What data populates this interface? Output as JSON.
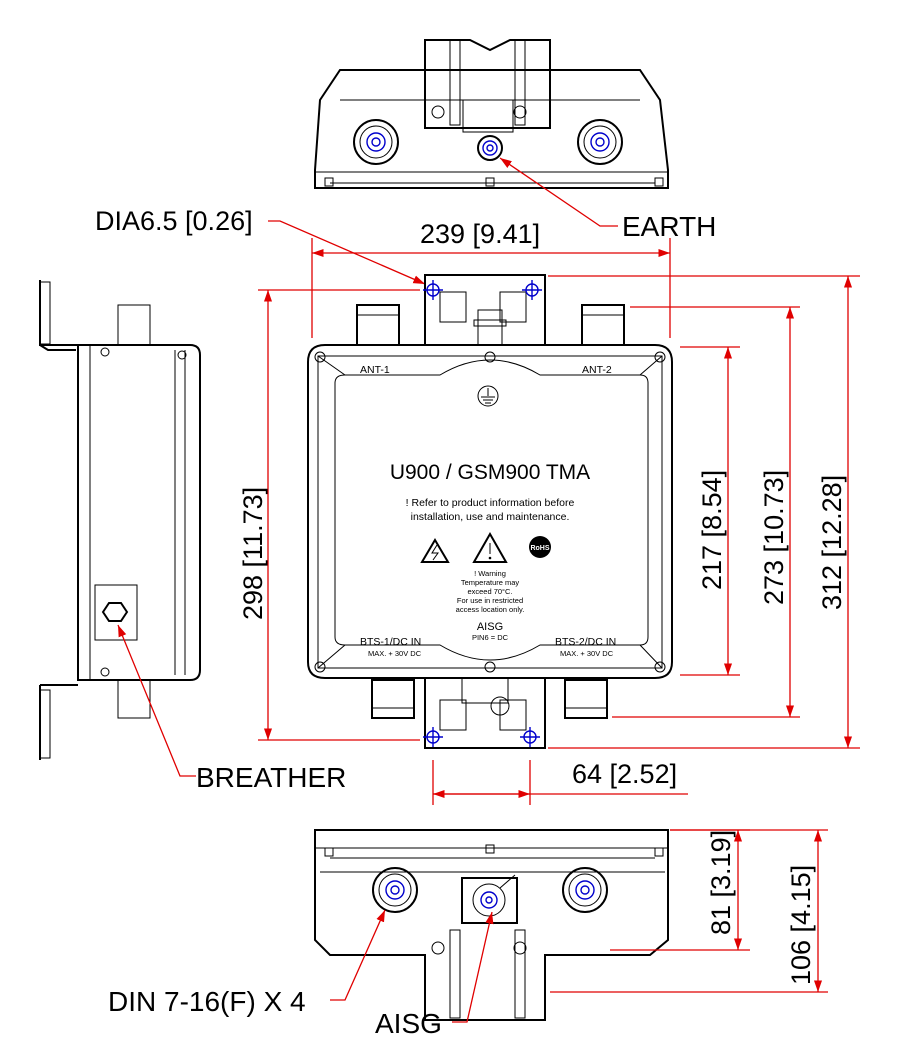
{
  "dimensions": {
    "width_overall": "239 [9.41]",
    "height_bracket_holes": "298 [11.73]",
    "height_body": "217 [8.54]",
    "height_with_connectors": "273 [10.73]",
    "height_overall": "312 [12.28]",
    "hole_spacing": "64 [2.52]",
    "depth_body": "81 [3.19]",
    "depth_overall": "106 [4.15]"
  },
  "callouts": {
    "hole_dia": "DIA6.5 [0.26]",
    "earth": "EARTH",
    "breather": "BREATHER",
    "din": "DIN 7-16(F) X 4",
    "aisg": "AISG"
  },
  "panel": {
    "ant1": "ANT-1",
    "ant2": "ANT-2",
    "title": "U900 / GSM900 TMA",
    "notice_line1": "! Refer to product information before",
    "notice_line2": "installation, use and maintenance.",
    "rohs": "RoHS",
    "warning_lines": [
      "! Warning",
      "Temperature may",
      "exceed 70°C.",
      "For use in restricted",
      "access location only."
    ],
    "aisg_label": "AISG",
    "aisg_pin": "PIN6 = DC",
    "bts1": "BTS-1/DC IN",
    "bts1_volt": "MAX. + 30V DC",
    "bts2": "BTS-2/DC IN",
    "bts2_volt": "MAX. + 30V DC"
  },
  "colors": {
    "dimension": "#e00000",
    "hole_marker": "#0000cc",
    "outline": "#000000"
  }
}
